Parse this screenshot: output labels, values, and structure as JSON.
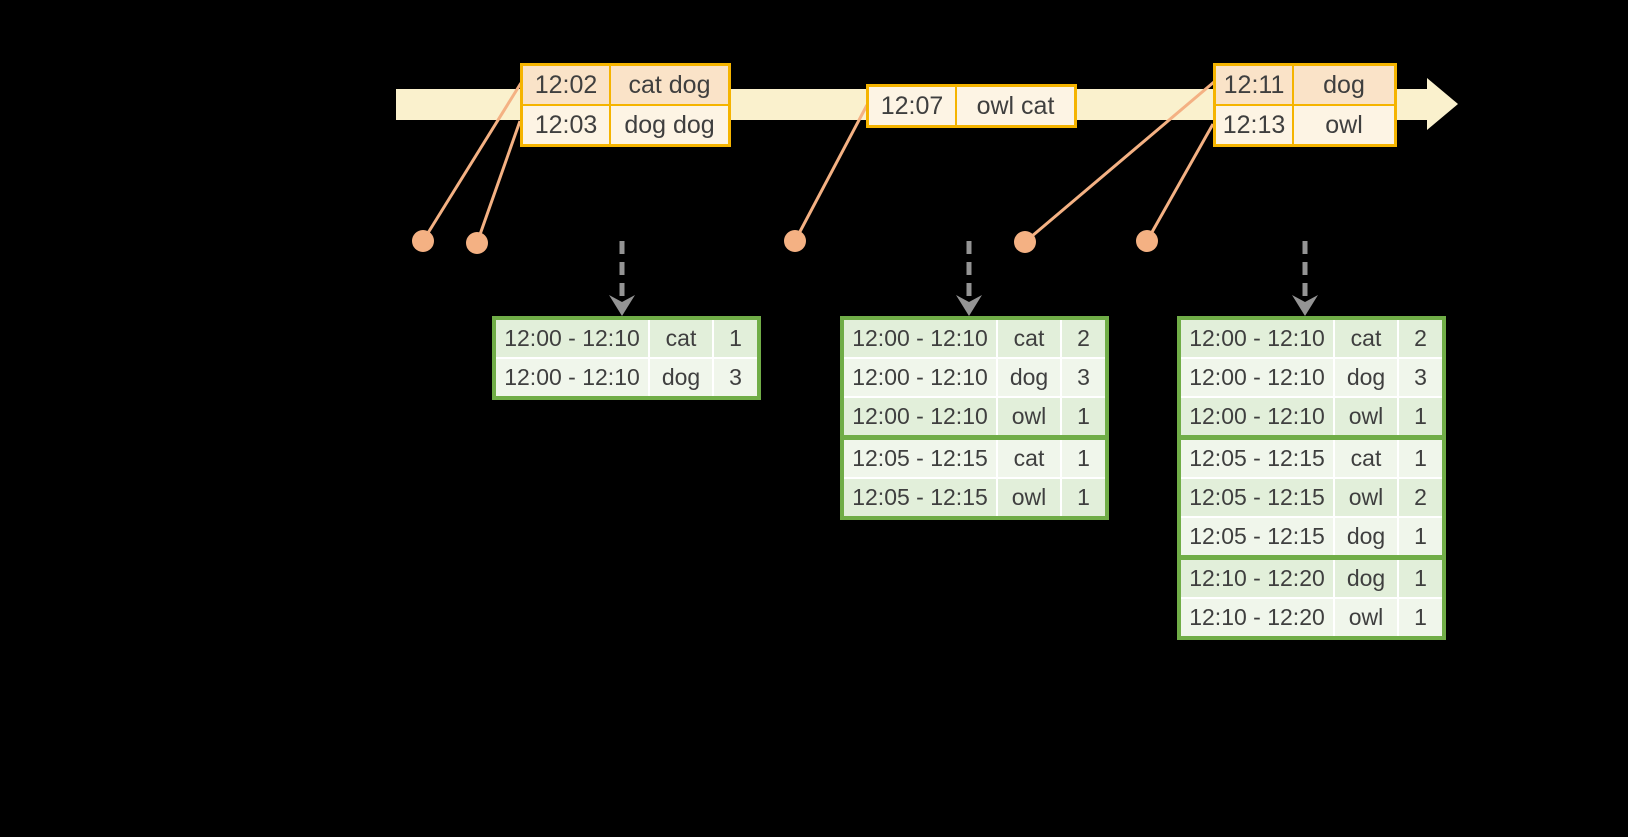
{
  "colors": {
    "background": "#000000",
    "text": "#3f3f3f",
    "timeline": "#faf1cd",
    "event_border": "#f5b400",
    "event_row_dark": "#fae3c8",
    "event_row_light": "#fdf4e4",
    "result_border": "#70ad47",
    "result_row_dark": "#e2efda",
    "result_row_light": "#f0f6eb",
    "dot": "#f4b183",
    "trigger_arrow": "#949494"
  },
  "event_tables": [
    {
      "rows": [
        {
          "time": "12:02",
          "words": "cat dog"
        },
        {
          "time": "12:03",
          "words": "dog dog"
        }
      ]
    },
    {
      "rows": [
        {
          "time": "12:07",
          "words": "owl cat"
        }
      ]
    },
    {
      "rows": [
        {
          "time": "12:11",
          "words": "dog"
        },
        {
          "time": "12:13",
          "words": "owl"
        }
      ]
    }
  ],
  "result_tables": [
    {
      "rows": [
        {
          "window": "12:00 - 12:10",
          "word": "cat",
          "count": "1"
        },
        {
          "window": "12:00 - 12:10",
          "word": "dog",
          "count": "3"
        }
      ]
    },
    {
      "rows": [
        {
          "window": "12:00 - 12:10",
          "word": "cat",
          "count": "2"
        },
        {
          "window": "12:00 - 12:10",
          "word": "dog",
          "count": "3"
        },
        {
          "window": "12:00 - 12:10",
          "word": "owl",
          "count": "1"
        },
        {
          "window": "12:05 - 12:15",
          "word": "cat",
          "count": "1"
        },
        {
          "window": "12:05 - 12:15",
          "word": "owl",
          "count": "1"
        }
      ]
    },
    {
      "rows": [
        {
          "window": "12:00 - 12:10",
          "word": "cat",
          "count": "2"
        },
        {
          "window": "12:00 - 12:10",
          "word": "dog",
          "count": "3"
        },
        {
          "window": "12:00 - 12:10",
          "word": "owl",
          "count": "1"
        },
        {
          "window": "12:05 - 12:15",
          "word": "cat",
          "count": "1"
        },
        {
          "window": "12:05 - 12:15",
          "word": "owl",
          "count": "2"
        },
        {
          "window": "12:05 - 12:15",
          "word": "dog",
          "count": "1"
        },
        {
          "window": "12:10 - 12:20",
          "word": "dog",
          "count": "1"
        },
        {
          "window": "12:10 - 12:20",
          "word": "owl",
          "count": "1"
        }
      ]
    }
  ]
}
